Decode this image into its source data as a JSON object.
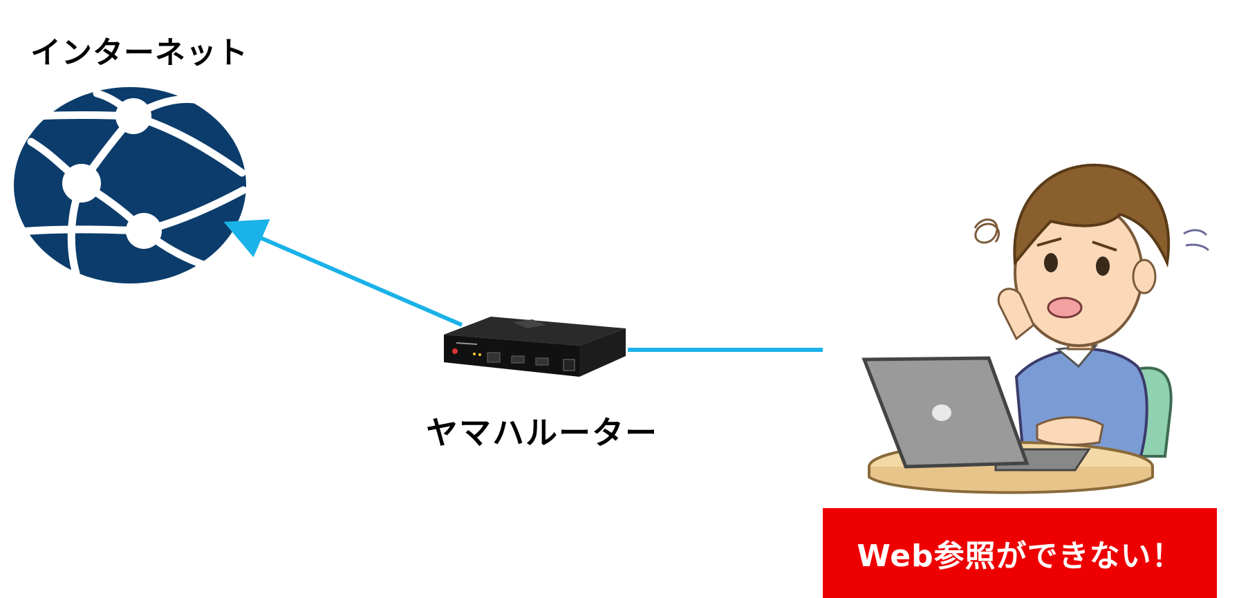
{
  "labels": {
    "internet": "インターネット",
    "router": "ヤマハルーター"
  },
  "alert": {
    "text": "Web参照ができない！"
  },
  "colors": {
    "globe": "#0b3c6b",
    "connection_line": "#1ab2e8",
    "alert_background": "#ee0000",
    "alert_text": "#ffffff"
  }
}
